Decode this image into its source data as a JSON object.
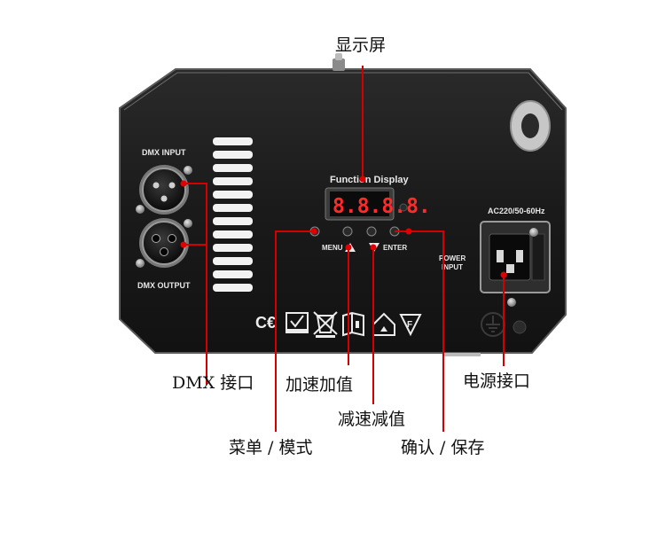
{
  "panel": {
    "dmx_input_label": "DMX INPUT",
    "dmx_output_label": "DMX OUTPUT",
    "function_display_label": "Function Display",
    "display_readout": "8.8.8.8.",
    "menu_label": "MENU",
    "enter_label": "ENTER",
    "voltage_label": "AC220/50-60Hz",
    "power_label_line1": "POWER",
    "power_label_line2": "INPUT",
    "body_color": "#1c1c1c",
    "led_color": "#ff2a2a"
  },
  "callouts": {
    "display": "显示屏",
    "dmx_port": "DMX 接口",
    "speed_up": "加速加值",
    "speed_down": "减速减值",
    "menu_mode": "菜单 / 模式",
    "enter_save": "确认 / 保存",
    "power_port": "电源接口"
  },
  "colors": {
    "leader_line": "#d40000",
    "leader_dot": "#e00000"
  },
  "icons": [
    "ce-mark-icon",
    "rohs-icon",
    "weee-bin-icon",
    "manual-icon",
    "indoor-use-icon",
    "f-mark-icon"
  ]
}
